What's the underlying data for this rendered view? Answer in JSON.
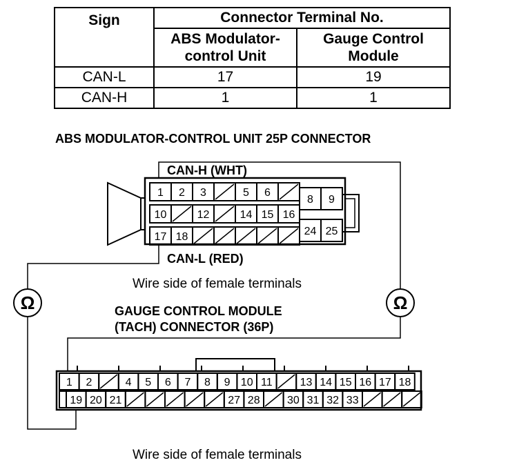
{
  "table": {
    "header_sign": "Sign",
    "header_connector": "Connector Terminal No.",
    "col1_line1": "ABS Modulator-",
    "col1_line2": "control Unit",
    "col2_line1": "Gauge Control",
    "col2_line2": "Module",
    "rows": [
      {
        "sign": "CAN-L",
        "abs": "17",
        "gauge": "19"
      },
      {
        "sign": "CAN-H",
        "abs": "1",
        "gauge": "1"
      }
    ]
  },
  "abs_connector": {
    "title": "ABS MODULATOR-CONTROL UNIT 25P CONNECTOR",
    "can_h_label": "CAN-H (WHT)",
    "can_l_label": "CAN-L (RED)",
    "wire_side_note": "Wire side of female terminals",
    "rows": [
      [
        "1",
        "2",
        "3",
        "",
        "5",
        "6",
        ""
      ],
      [
        "10",
        "",
        "12",
        "",
        "14",
        "15",
        "16"
      ],
      [
        "17",
        "18",
        "",
        "",
        "",
        "",
        ""
      ]
    ],
    "right_block": [
      "8",
      "9",
      "24",
      "25"
    ]
  },
  "gauge_connector": {
    "title_line1": "GAUGE CONTROL MODULE",
    "title_line2": "(TACH) CONNECTOR (36P)",
    "wire_side_note": "Wire side of female terminals",
    "row1": [
      "1",
      "2",
      "",
      "4",
      "5",
      "6",
      "7",
      "8",
      "9",
      "10",
      "11",
      "",
      "13",
      "14",
      "15",
      "16",
      "17",
      "18"
    ],
    "row2": [
      "",
      "19",
      "20",
      "21",
      "",
      "",
      "",
      "",
      "",
      "27",
      "28",
      "",
      "30",
      "31",
      "32",
      "33",
      "",
      "",
      ""
    ]
  },
  "ohmmeter_symbol": "Ω"
}
